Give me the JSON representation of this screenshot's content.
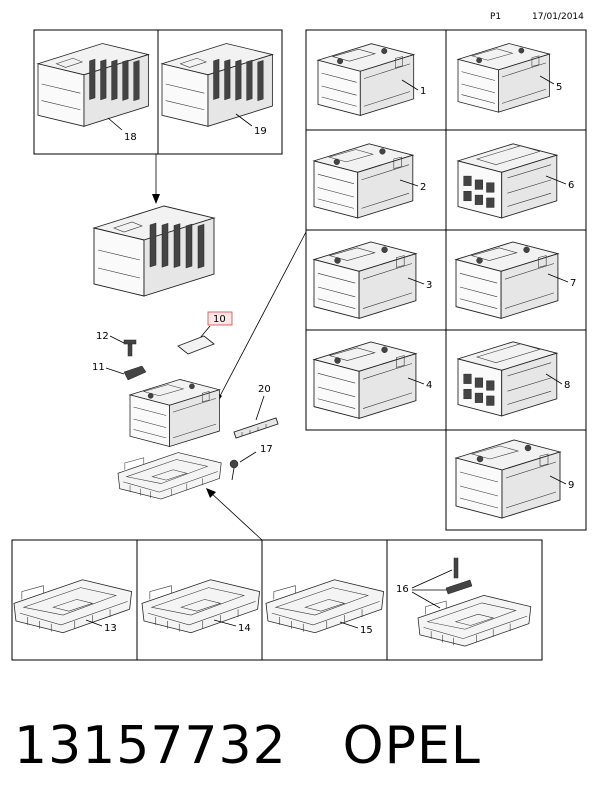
{
  "header": {
    "page": "P1",
    "date": "17/01/2014"
  },
  "callouts": {
    "c1": "1",
    "c2": "2",
    "c3": "3",
    "c4": "4",
    "c5": "5",
    "c6": "6",
    "c7": "7",
    "c8": "8",
    "c9": "9",
    "c10": "10",
    "c11": "11",
    "c12": "12",
    "c13": "13",
    "c14": "14",
    "c15": "15",
    "c16": "16",
    "c17": "17",
    "c18": "18",
    "c19": "19",
    "c20": "20"
  },
  "footer": {
    "part_number": "13157732",
    "brand": "OPEL"
  }
}
